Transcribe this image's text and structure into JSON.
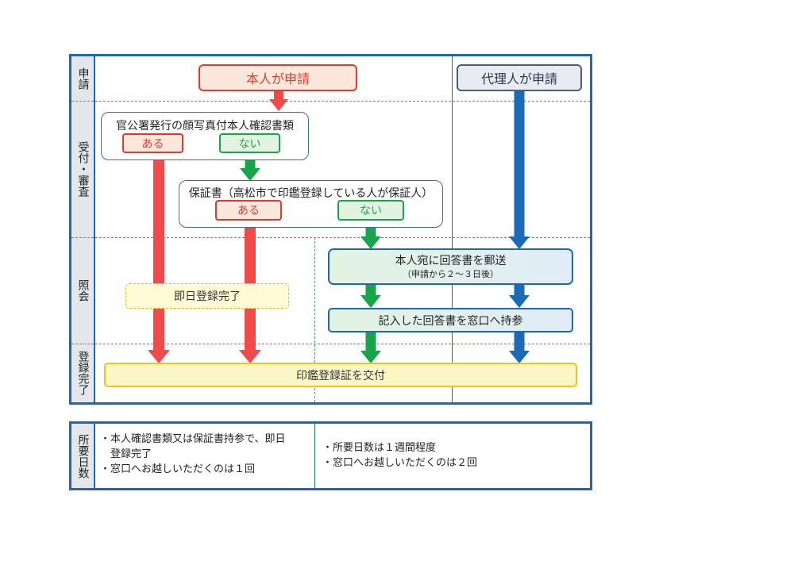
{
  "colors": {
    "frame_blue": "#1f67b1",
    "red": "#f04a4a",
    "green": "#18a54a",
    "blue": "#1a6ab8",
    "yellow": "#f2c31a"
  },
  "flow": {
    "rows": {
      "apply": "申請",
      "review": "受付・審査",
      "inquiry": "照会",
      "complete": "登録完了"
    },
    "self_apply": "本人が申請",
    "proxy_apply": "代理人が申請",
    "photo_id": {
      "question": "官公署発行の顔写真付本人確認書類",
      "yes": "ある",
      "no": "ない"
    },
    "guarantor": {
      "question": "保証書（高松市で印鑑登録している人が保証人）",
      "yes": "ある",
      "no": "ない"
    },
    "mail_reply": {
      "title": "本人宛に回答書を郵送",
      "sub": "（申請から２～３日後）"
    },
    "same_day": "即日登録完了",
    "bring_reply": "記入した回答書を窓口へ持参",
    "issue_cert": "印鑑登録証を交付"
  },
  "days": {
    "label": "所要日数",
    "left": [
      "・本人確認書類又は保証書持参で、即日",
      "　登録完了",
      "・窓口へお越しいただくのは１回"
    ],
    "right": [
      "・所要日数は１週間程度",
      "・窓口へお越しいただくのは２回"
    ]
  }
}
